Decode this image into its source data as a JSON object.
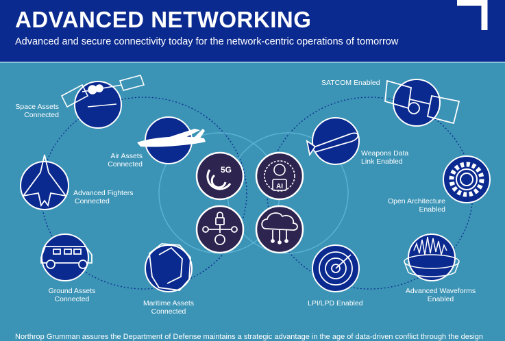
{
  "header": {
    "title": "ADVANCED NETWORKING",
    "subtitle": "Advanced and secure connectivity today for the network-centric operations of tomorrow"
  },
  "left_nodes": [
    {
      "label_line1": "Space Assets",
      "label_line2": "Connected",
      "icon": "satellite-icon"
    },
    {
      "label_line1": "Air Assets",
      "label_line2": "Connected",
      "icon": "aircraft-icon"
    },
    {
      "label_line1": "Advanced Fighters",
      "label_line2": "Connected",
      "icon": "fighter-jet-icon"
    },
    {
      "label_line1": "Ground Assets",
      "label_line2": "Connected",
      "icon": "ground-vehicle-icon"
    },
    {
      "label_line1": "Maritime Assets",
      "label_line2": "Connected",
      "icon": "ship-icon"
    }
  ],
  "right_nodes": [
    {
      "label_line1": "SATCOM Enabled",
      "label_line2": "",
      "icon": "satcom-satellite-icon"
    },
    {
      "label_line1": "Weapons Data",
      "label_line2": "Link Enabled",
      "icon": "missile-icon"
    },
    {
      "label_line1": "Open Architecture",
      "label_line2": "Enabled",
      "icon": "gear-icon"
    },
    {
      "label_line1": "Advanced Waveforms",
      "label_line2": "Enabled",
      "icon": "waveform-dish-icon"
    },
    {
      "label_line1": "LPI/LPD Enabled",
      "label_line2": "",
      "icon": "radar-icon"
    }
  ],
  "center_nodes": [
    {
      "text": "5G",
      "icon": "5g-icon"
    },
    {
      "text": "AI",
      "icon": "ai-chip-icon"
    },
    {
      "text": "",
      "icon": "secure-network-icon"
    },
    {
      "text": "",
      "icon": "cloud-icon"
    }
  ],
  "colors": {
    "header_bg": "#0b2a8f",
    "background": "#3b93b5",
    "node_fill": "#0b2a8f",
    "center_fill": "#2e2450"
  },
  "footer": {
    "text": "Northrop Grumman assures the Department of Defense maintains a strategic advantage in the age of data-driven conflict through the design"
  }
}
